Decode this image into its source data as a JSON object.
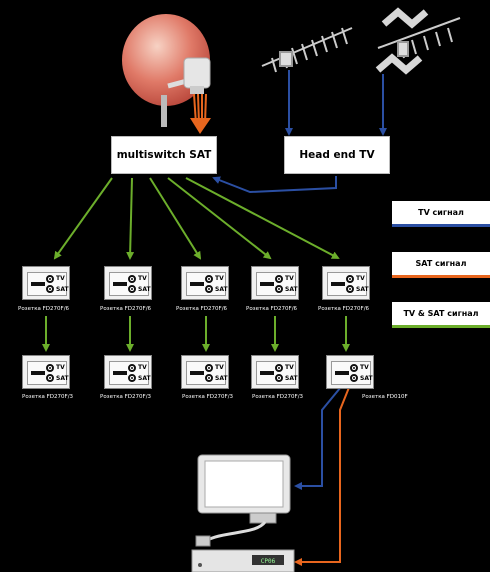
{
  "boxes": {
    "multiswitch": "multiswitch SAT",
    "headend": "Head end TV"
  },
  "legend": {
    "tv": "TV сигнал",
    "sat": "SAT сигнал",
    "tvsat": "TV & SAT сигнал"
  },
  "colors": {
    "tv": "#2b4fa3",
    "sat": "#e8661e",
    "tvsat": "#6cae2b"
  },
  "socket_labels": {
    "tv": "TV",
    "sat": "SAT"
  },
  "row1_captions": [
    "Розетка FD270F/6",
    "Розетка FD270F/6",
    "Розетка FD270F/6",
    "Розетка FD270F/6",
    "Розетка FD270F/6"
  ],
  "row2_captions": [
    "Розетка FD270F/3",
    "Розетка FD270F/3",
    "Розетка FD270F/3",
    "Розетка FD270F/3",
    "Розетка FD010F"
  ],
  "receiver_display": "CP06"
}
